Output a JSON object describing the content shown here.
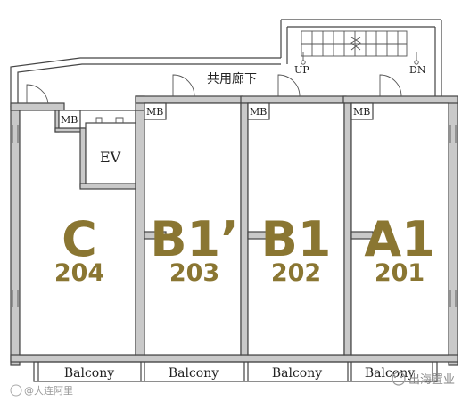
{
  "units": [
    {
      "id": "c",
      "letter": "C",
      "number": "204"
    },
    {
      "id": "b1p",
      "letter": "B1’",
      "number": "203"
    },
    {
      "id": "b1",
      "letter": "B1",
      "number": "202"
    },
    {
      "id": "a1",
      "letter": "A1",
      "number": "201"
    }
  ],
  "labels": {
    "corridor": "共用廊下",
    "elevator": "EV",
    "meter_box": "MB",
    "up": "UP",
    "down": "DN",
    "balcony": "Balcony"
  },
  "watermarks": {
    "left": "@大连阿里",
    "right": "出海置业"
  },
  "colors": {
    "unit_text": "#8a7632",
    "wall_fill": "#c9c9c9",
    "line": "#444444"
  }
}
